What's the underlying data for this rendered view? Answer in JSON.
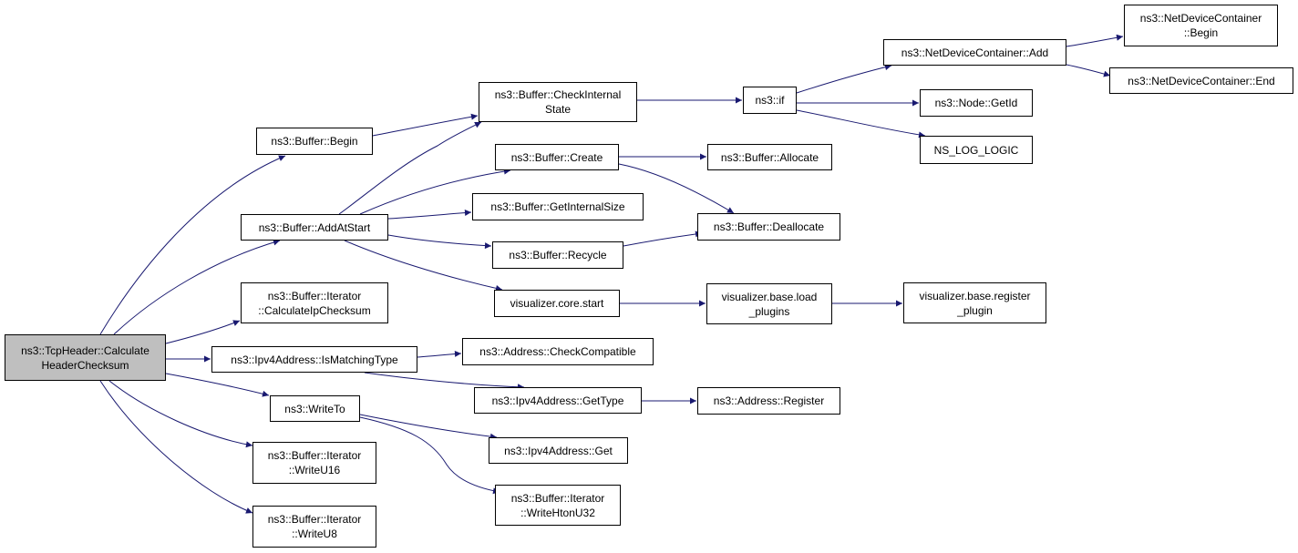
{
  "graph": {
    "edge_color": "#191970",
    "root_fill": "#bfbfbf",
    "nodes": {
      "root": [
        "ns3::TcpHeader::Calculate",
        "HeaderChecksum"
      ],
      "buffer_begin": [
        "ns3::Buffer::Begin"
      ],
      "check_internal_state": [
        "ns3::Buffer::CheckInternal",
        "State"
      ],
      "ns3_if": [
        "ns3::if"
      ],
      "ndc_add": [
        "ns3::NetDeviceContainer::Add"
      ],
      "ndc_begin": [
        "ns3::NetDeviceContainer",
        "::Begin"
      ],
      "ndc_end": [
        "ns3::NetDeviceContainer::End"
      ],
      "node_getid": [
        "ns3::Node::GetId"
      ],
      "ns_log_logic": [
        "NS_LOG_LOGIC"
      ],
      "buffer_create": [
        "ns3::Buffer::Create"
      ],
      "buffer_allocate": [
        "ns3::Buffer::Allocate"
      ],
      "buffer_addatstart": [
        "ns3::Buffer::AddAtStart"
      ],
      "buffer_getinternalsize": [
        "ns3::Buffer::GetInternalSize"
      ],
      "buffer_deallocate": [
        "ns3::Buffer::Deallocate"
      ],
      "buffer_recycle": [
        "ns3::Buffer::Recycle"
      ],
      "visualizer_core_start": [
        "visualizer.core.start"
      ],
      "visualizer_base_load_plugins": [
        "visualizer.base.load",
        "_plugins"
      ],
      "visualizer_base_register_plugin": [
        "visualizer.base.register",
        "_plugin"
      ],
      "iterator_calculateipchecksum": [
        "ns3::Buffer::Iterator",
        "::CalculateIpChecksum"
      ],
      "ipv4_ismatchingtype": [
        "ns3::Ipv4Address::IsMatchingType"
      ],
      "address_checkcompatible": [
        "ns3::Address::CheckCompatible"
      ],
      "ipv4_gettype": [
        "ns3::Ipv4Address::GetType"
      ],
      "address_register": [
        "ns3::Address::Register"
      ],
      "writeto": [
        "ns3::WriteTo"
      ],
      "ipv4_get": [
        "ns3::Ipv4Address::Get"
      ],
      "iterator_writehtonu32": [
        "ns3::Buffer::Iterator",
        "::WriteHtonU32"
      ],
      "iterator_writeu16": [
        "ns3::Buffer::Iterator",
        "::WriteU16"
      ],
      "iterator_writeu8": [
        "ns3::Buffer::Iterator",
        "::WriteU8"
      ]
    }
  }
}
